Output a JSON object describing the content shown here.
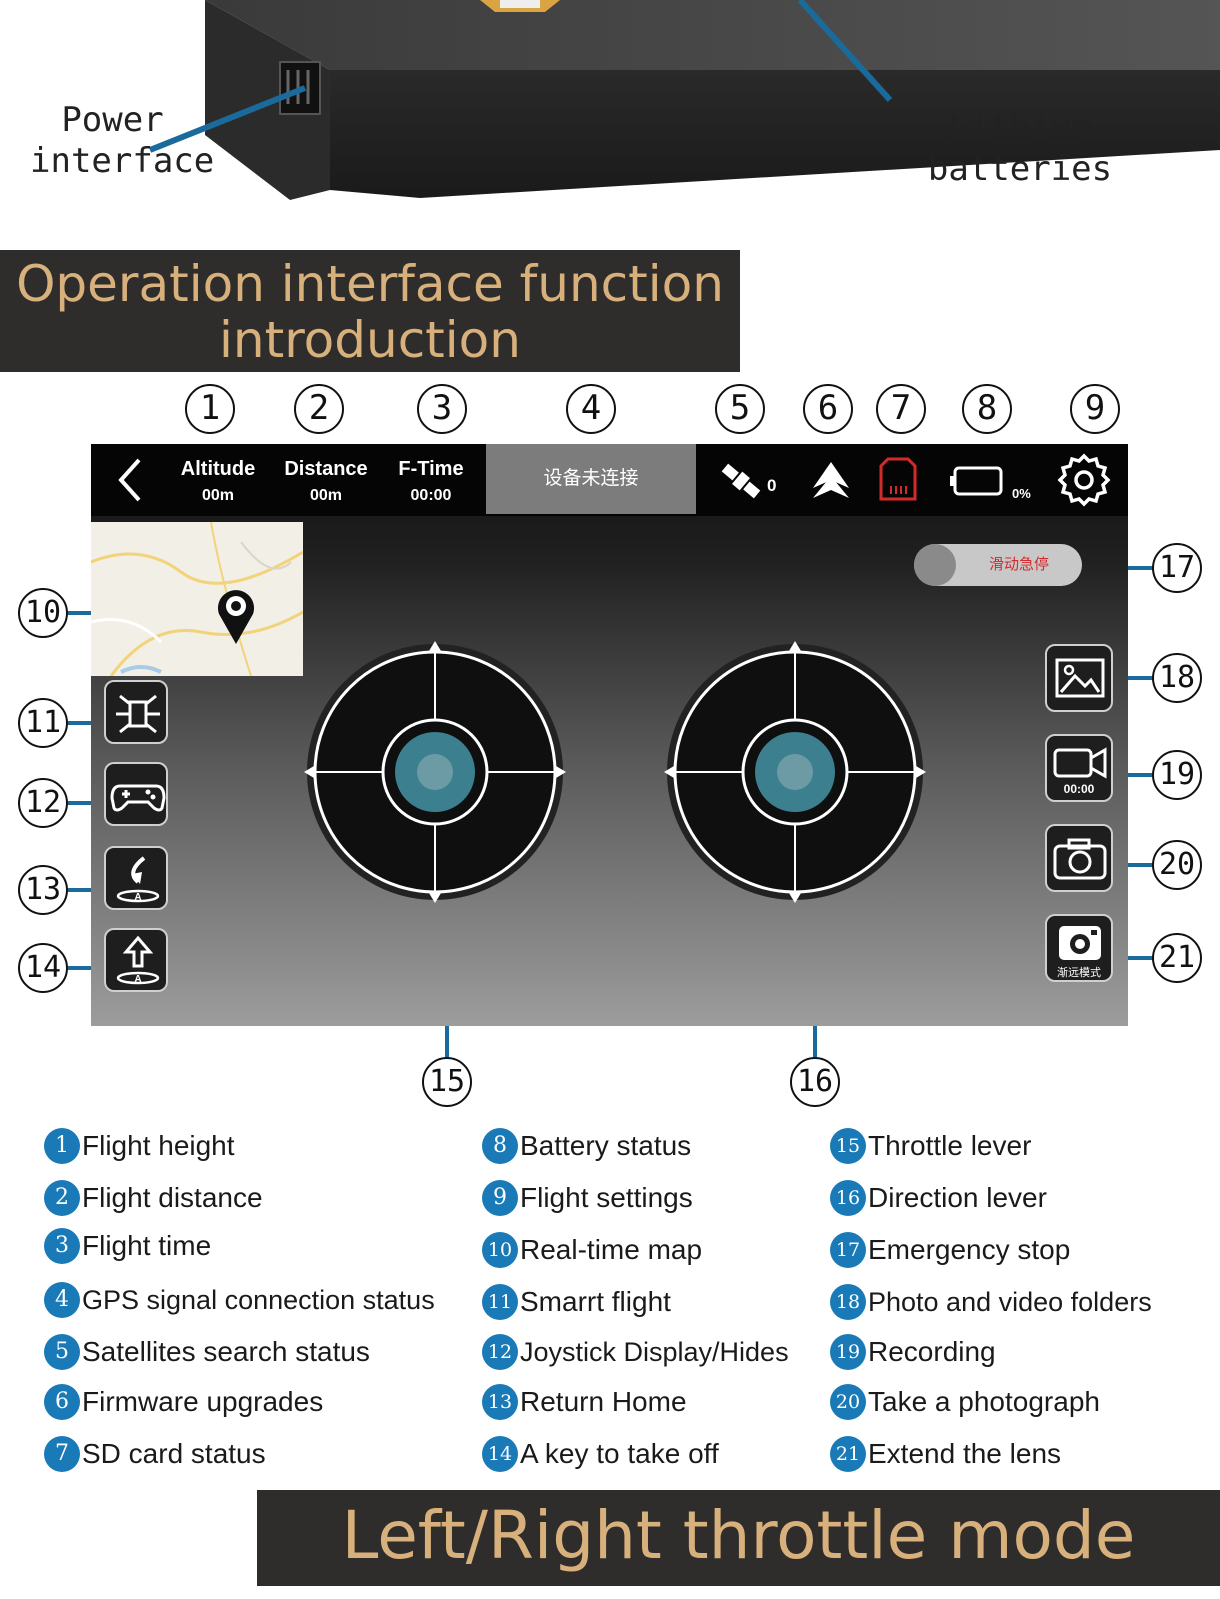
{
  "photo": {
    "power_label": "Power\ninterface",
    "battery_label": "Lithium batteries"
  },
  "title_banner": {
    "line1": "Operation interface function",
    "line2": "introduction"
  },
  "top_callouts": [
    "1",
    "2",
    "3",
    "4",
    "5",
    "6",
    "7",
    "8",
    "9"
  ],
  "side_callouts": [
    "10",
    "11",
    "12",
    "13",
    "14",
    "15",
    "16",
    "17",
    "18",
    "19",
    "20",
    "21"
  ],
  "app": {
    "altitude_label": "Altitude",
    "altitude_value": "00m",
    "distance_label": "Distance",
    "distance_value": "00m",
    "ftime_label": "F-Time",
    "ftime_value": "00:00",
    "connection_status": "设备未连接",
    "satellite_count": "0",
    "battery_percent": "0%",
    "emergency_stop_label": "滑动急停",
    "record_time": "00:00",
    "zoom_mode_label": "渐远模式",
    "colors": {
      "sd_card": "#d42a2a",
      "joystick_center": "#3c7f8f"
    }
  },
  "legend": [
    {
      "num": "1",
      "text": "Flight height"
    },
    {
      "num": "2",
      "text": "Flight distance"
    },
    {
      "num": "3",
      "text": "Flight time"
    },
    {
      "num": "4",
      "text": "GPS signal connection status"
    },
    {
      "num": "5",
      "text": "Satellites search status"
    },
    {
      "num": "6",
      "text": "Firmware upgrades"
    },
    {
      "num": "7",
      "text": "SD card status"
    },
    {
      "num": "8",
      "text": "Battery status"
    },
    {
      "num": "9",
      "text": "Flight settings"
    },
    {
      "num": "10",
      "text": "Real-time map"
    },
    {
      "num": "11",
      "text": "Smarrt flight"
    },
    {
      "num": "12",
      "text": "Joystick Display/Hides"
    },
    {
      "num": "13",
      "text": "Return Home"
    },
    {
      "num": "14",
      "text": "A key to take off"
    },
    {
      "num": "15",
      "text": "Throttle lever"
    },
    {
      "num": "16",
      "text": "Direction lever"
    },
    {
      "num": "17",
      "text": "Emergency stop"
    },
    {
      "num": "18",
      "text": "Photo and video folders"
    },
    {
      "num": "19",
      "text": "Recording"
    },
    {
      "num": "20",
      "text": "Take a photograph"
    },
    {
      "num": "21",
      "text": "Extend the lens"
    }
  ],
  "mode_banner": "Left/Right throttle mode",
  "accent_color": "#1a7ab8",
  "banner_text_color": "#d8b07c"
}
